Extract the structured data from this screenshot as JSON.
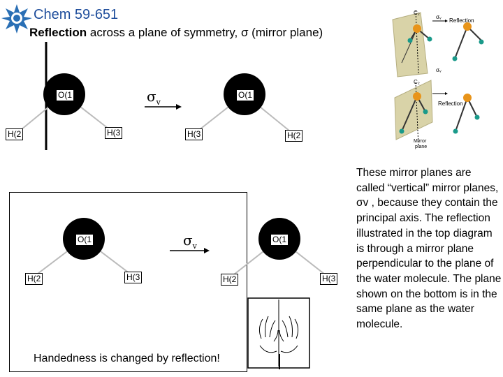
{
  "header": {
    "title": "Chem 59-651",
    "subtitle_bold": "Reflection",
    "subtitle_rest": " across a plane of symmetry, σ (mirror plane)"
  },
  "top_diagram": {
    "operator_symbol": "σ",
    "operator_sub": "v",
    "left_molecule": {
      "o": "O(1",
      "h_left": "H(2",
      "h_right": "H(3"
    },
    "right_molecule": {
      "o": "O(1",
      "h_left": "H(3",
      "h_right": "H(2"
    }
  },
  "bottom_diagram": {
    "operator_symbol": "σ",
    "operator_sub": "v",
    "left_molecule": {
      "o": "O(1",
      "h_left": "H(2",
      "h_right": "H(3"
    },
    "right_molecule": {
      "o": "O(1",
      "h_left": "H(2",
      "h_right": "H(3"
    },
    "caption": "Handedness is changed by reflection!"
  },
  "figure_labels": {
    "c2_top": "C₂",
    "sigma_top": "σᵥ",
    "reflection_top": "Reflection",
    "c2_bottom": "C₂",
    "sigma_bottom": "σᵥ",
    "reflection_bottom": "Reflection",
    "mirror": "Mirror",
    "plane": "plane"
  },
  "side_text": "These mirror planes are called “vertical” mirror planes, σv , because they contain the principal axis. The reflection illustrated in the top diagram is through a mirror plane perpendicular to the plane of the water molecule. The plane shown on the bottom is in the same plane as the water molecule.",
  "colors": {
    "title": "#1f4e9c",
    "logo": "#2a6fb5",
    "oxygen": "#000000",
    "mirror_plane": "#d9d3a8",
    "orange_atom": "#e8941a",
    "teal_atom": "#1a9a8a"
  }
}
